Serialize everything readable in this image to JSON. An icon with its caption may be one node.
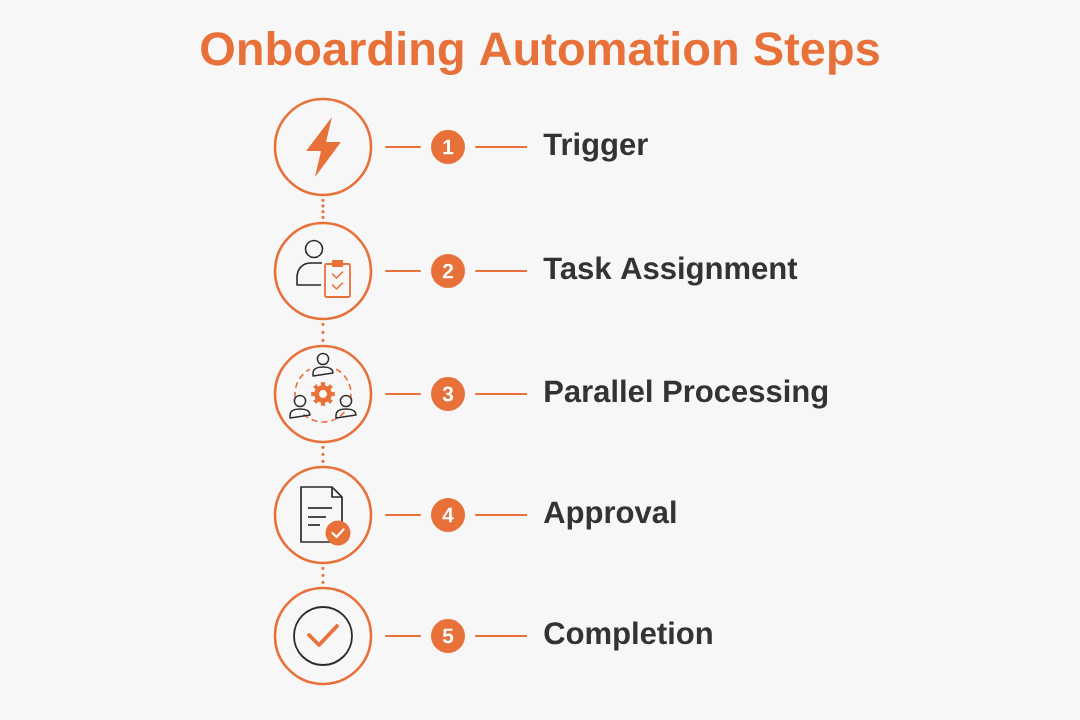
{
  "diagram": {
    "title": "Onboarding Automation Steps",
    "nodes": [
      {
        "text": [],
        "shape": "circle"
      },
      {
        "text": [
          "1"
        ]
      },
      {
        "text": [
          "Trigger"
        ]
      },
      {
        "text": [],
        "shape": "circle"
      },
      {
        "text": [
          "2"
        ]
      },
      {
        "text": [
          "Task Assignment"
        ]
      },
      {
        "text": [],
        "shape": "circle"
      },
      {
        "text": [
          "3"
        ]
      },
      {
        "text": [
          "Parallel Processing"
        ]
      },
      {
        "text": [],
        "shape": "circle"
      },
      {
        "text": [
          "4"
        ]
      },
      {
        "text": [
          "Approval"
        ]
      },
      {
        "text": [],
        "shape": "circle"
      },
      {
        "text": [
          "5"
        ]
      },
      {
        "text": [
          "Completion"
        ]
      }
    ],
    "edges": [
      {
        "from": 0,
        "to": 1,
        "arrow": "none"
      },
      {
        "from": 1,
        "to": 2,
        "arrow": "none"
      },
      {
        "from": 0,
        "to": 3,
        "arrow": "none",
        "style": "dashed"
      },
      {
        "from": 3,
        "to": 4,
        "arrow": "none"
      },
      {
        "from": 4,
        "to": 5,
        "arrow": "none"
      },
      {
        "from": 3,
        "to": 6,
        "arrow": "none",
        "style": "dashed"
      },
      {
        "from": 6,
        "to": 7,
        "arrow": "none"
      },
      {
        "from": 7,
        "to": 8,
        "arrow": "none"
      },
      {
        "from": 6,
        "to": 9,
        "arrow": "none",
        "style": "dashed"
      },
      {
        "from": 9,
        "to": 10,
        "arrow": "none"
      },
      {
        "from": 10,
        "to": 11,
        "arrow": "none"
      },
      {
        "from": 9,
        "to": 12,
        "arrow": "none",
        "style": "dashed"
      },
      {
        "from": 12,
        "to": 13,
        "arrow": "none"
      },
      {
        "from": 13,
        "to": 14,
        "arrow": "none"
      }
    ]
  }
}
